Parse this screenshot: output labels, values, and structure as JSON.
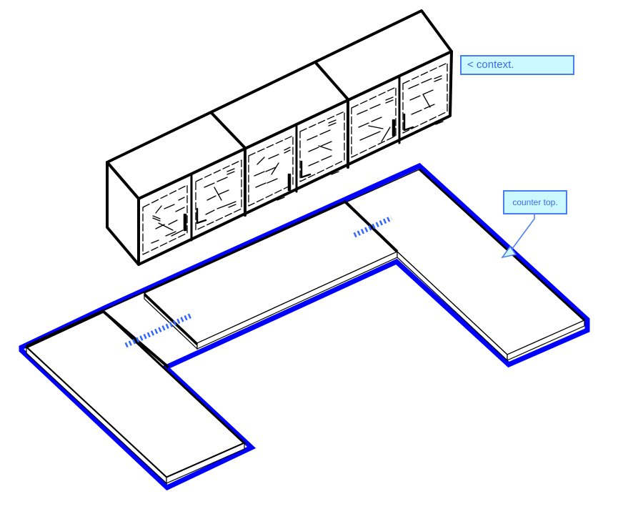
{
  "diagram": {
    "type": "isometric-kitchen-cabinet-model",
    "annotations": [
      {
        "id": "context",
        "label": "< context."
      },
      {
        "id": "counter",
        "label": "counter top."
      }
    ],
    "colors": {
      "selection_outline": "#0000ff",
      "section_cut_marker": "#3366ff",
      "callout_fill": "#ccf8ff",
      "callout_border": "#4a7cf5",
      "callout_text": "#3a6cf0",
      "edge": "#000000"
    },
    "elements": {
      "upper_cabinets": {
        "units": 3,
        "doors_per_unit": 2,
        "door_style": "glass"
      },
      "counter_top": {
        "shape": "U-shape",
        "segments": 3,
        "section_cuts": 2
      }
    }
  }
}
